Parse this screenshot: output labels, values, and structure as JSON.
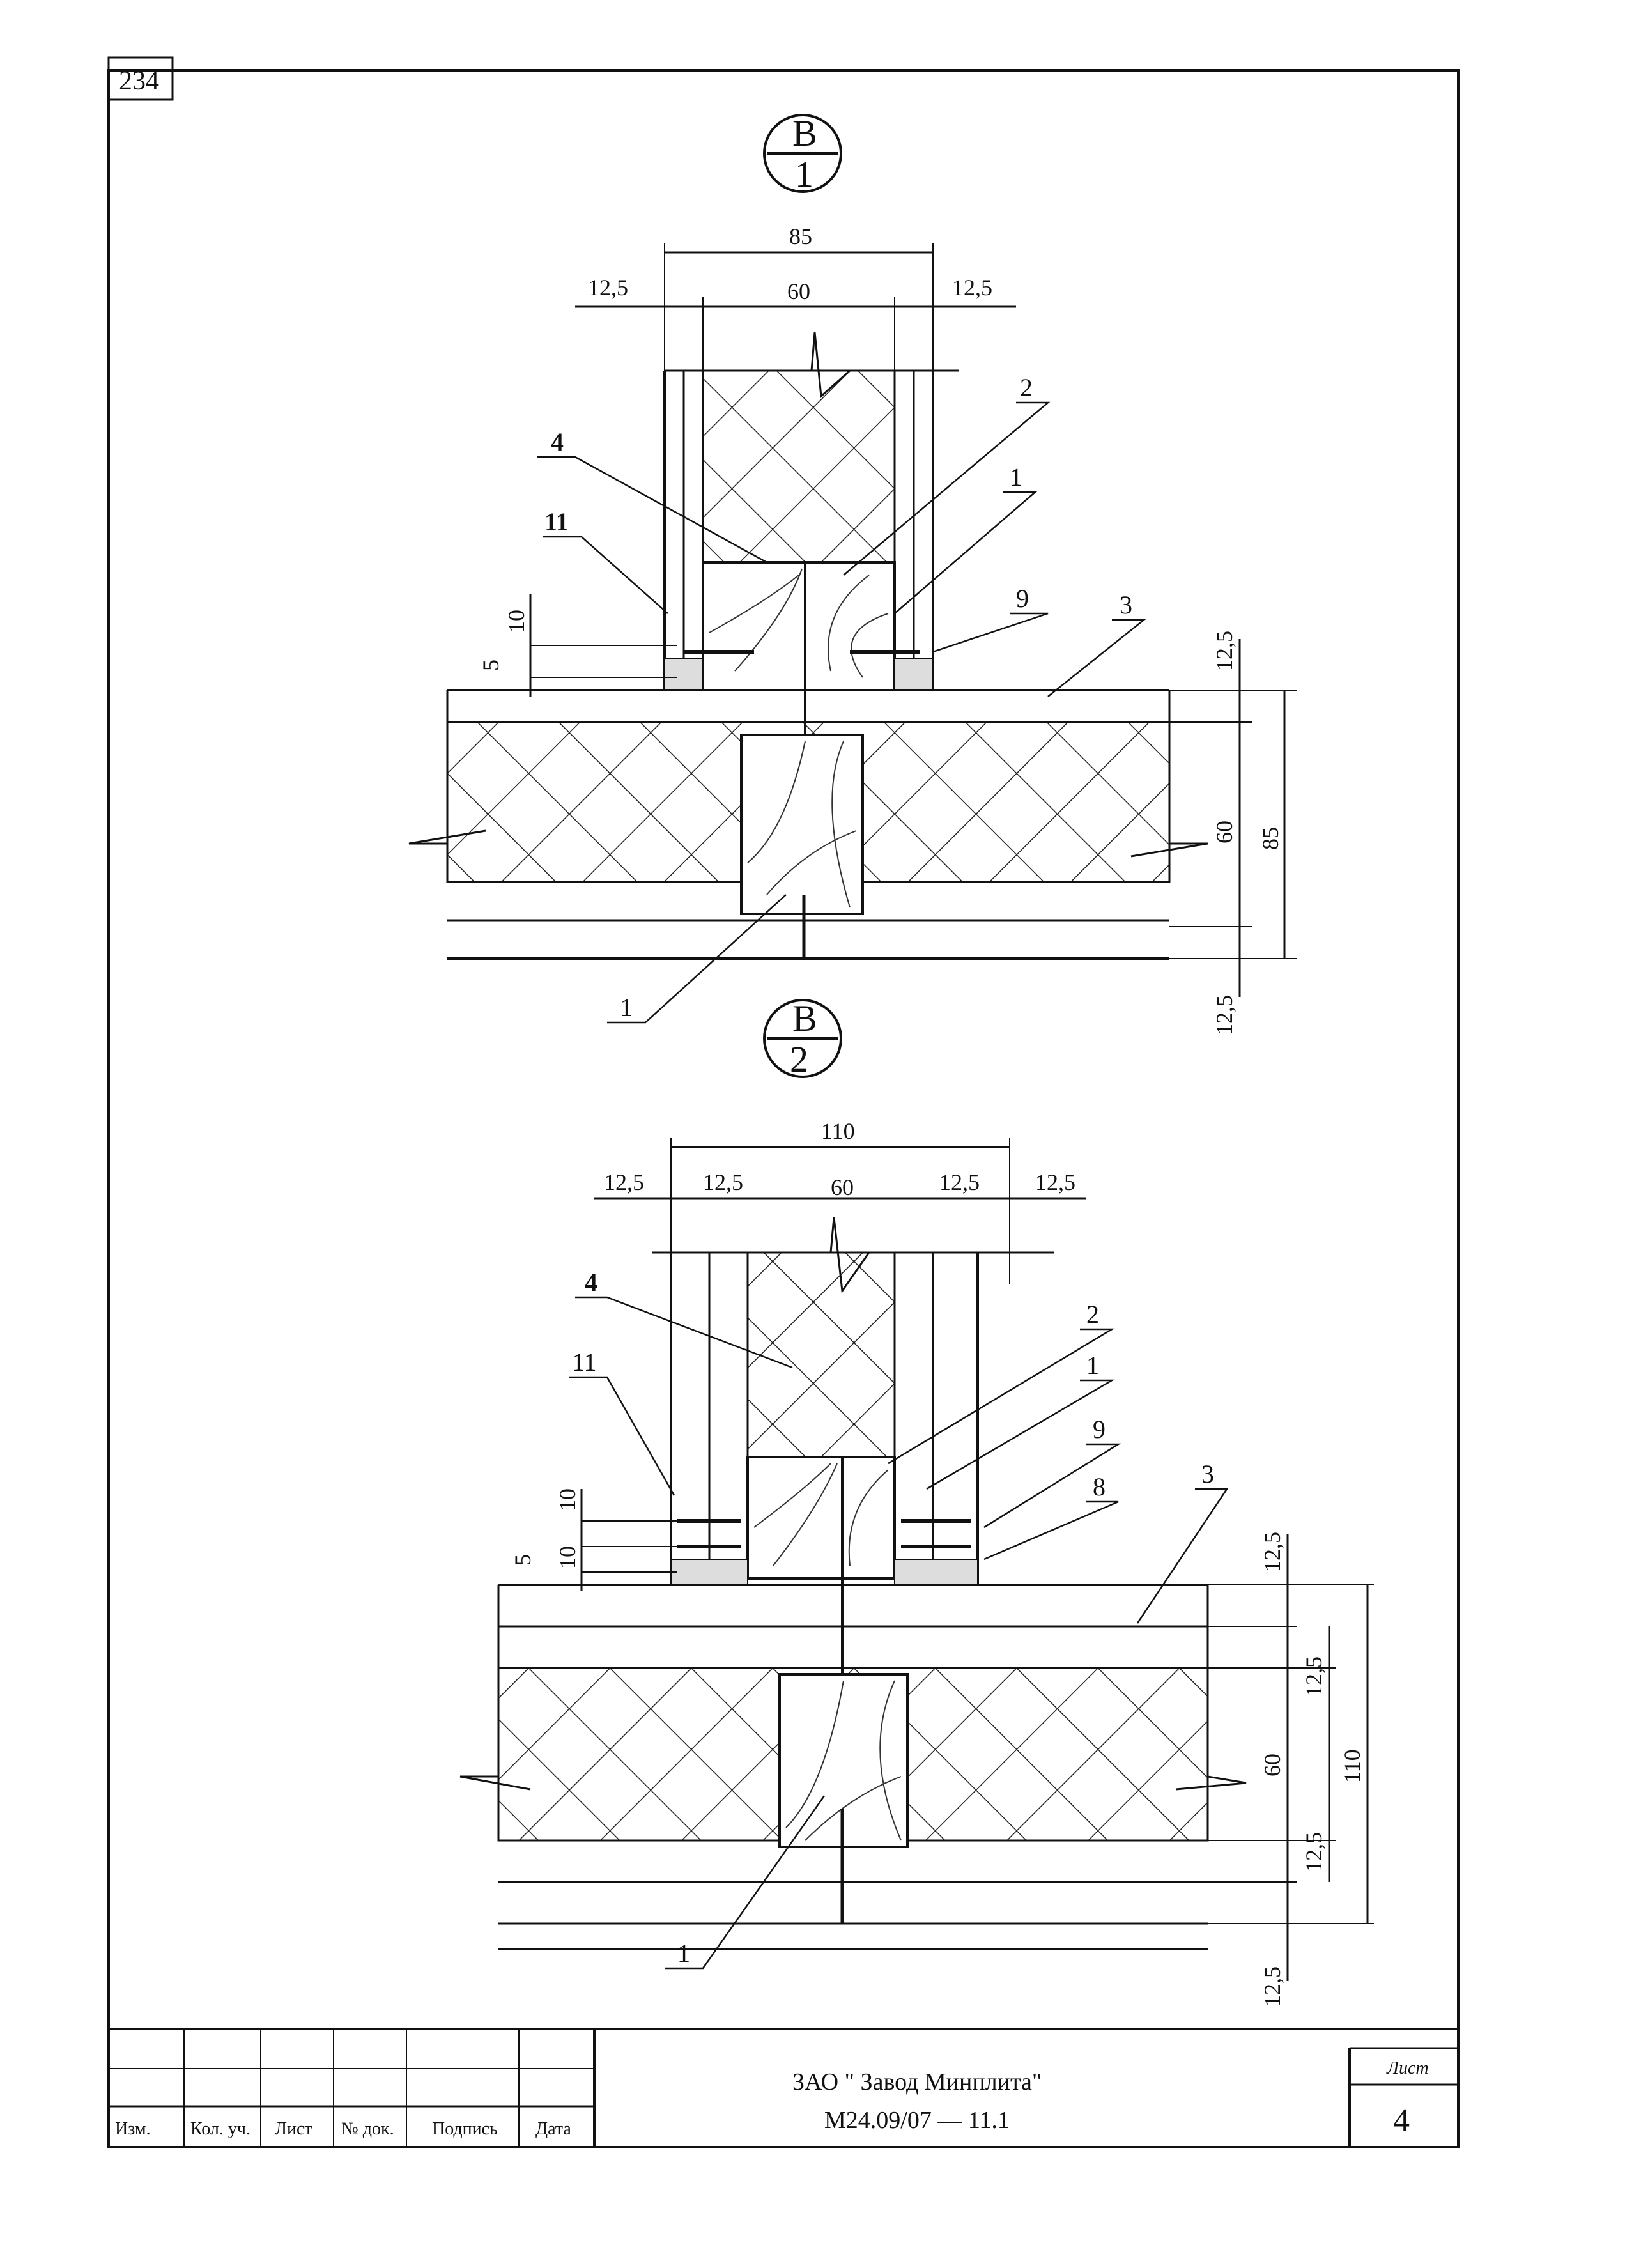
{
  "page_number": "234",
  "detail_1": {
    "marker_letter": "В",
    "marker_number": "1",
    "dims_top": {
      "total": "85",
      "left": "12,5",
      "middle": "60",
      "right": "12,5"
    },
    "dims_right": {
      "top": "12,5",
      "middle": "60",
      "total": "85",
      "bottom": "12,5"
    },
    "dims_left": {
      "a": "10",
      "b": "5"
    },
    "callouts": {
      "c4": "4",
      "c11": "11",
      "c2": "2",
      "c1a": "1",
      "c9": "9",
      "c3": "3",
      "c1b": "1"
    }
  },
  "detail_2": {
    "marker_letter": "В",
    "marker_number": "2",
    "dims_top": {
      "total": "110",
      "l1": "12,5",
      "l2": "12,5",
      "middle": "60",
      "r1": "12,5",
      "r2": "12,5"
    },
    "dims_right": {
      "top": "12,5",
      "inner_top": "12,5",
      "middle": "60",
      "total": "110",
      "inner_bottom": "12,5",
      "bottom": "12,5"
    },
    "dims_left": {
      "a": "10",
      "b": "10",
      "c": "5"
    },
    "callouts": {
      "c4": "4",
      "c11": "11",
      "c2": "2",
      "c1a": "1",
      "c9": "9",
      "c8": "8",
      "c3": "3",
      "c1b": "1"
    }
  },
  "title_block": {
    "company": "ЗАО \" Завод Минплита\"",
    "doc_code": "М24.09/07  —  11.1",
    "sheet_label": "Лист",
    "sheet_number": "4",
    "columns": [
      "Изм.",
      "Кол. уч.",
      "Лист",
      "№ док.",
      "Подпись",
      "Дата"
    ]
  }
}
